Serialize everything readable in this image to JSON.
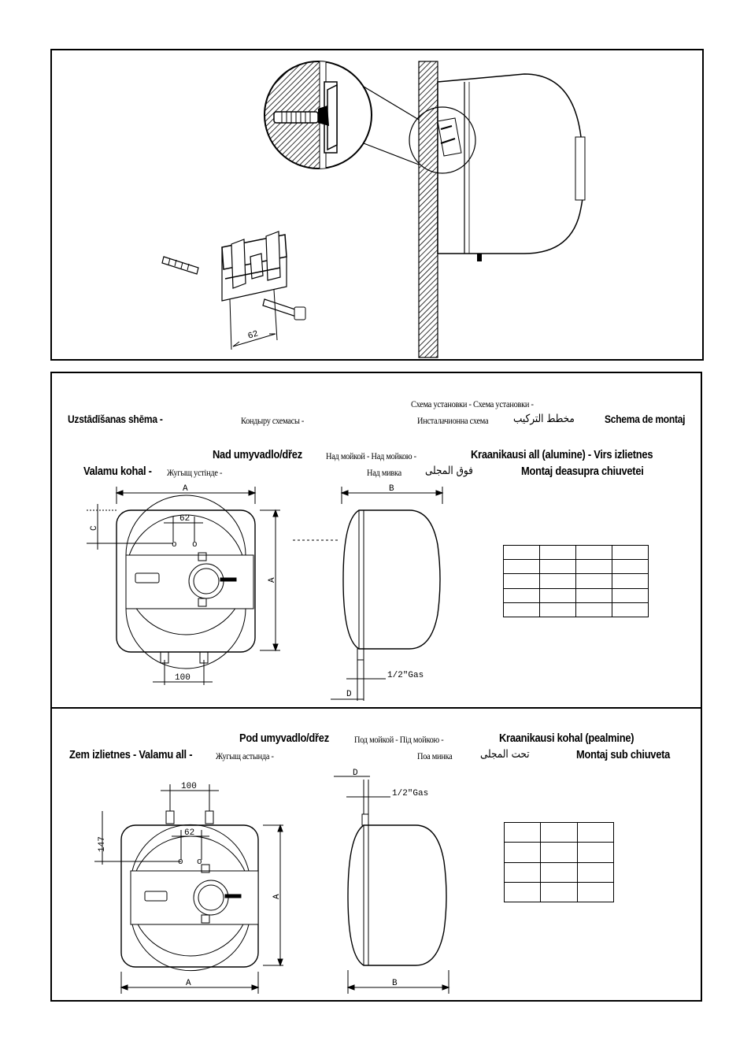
{
  "header": {
    "line1": "Схема установки - Схема установки -",
    "uzstadisanas": "Uzstādīšanas shēma -",
    "kondyru": "Кондыру схемасы -",
    "instal": "Инсталачионна схема",
    "arabic_install": "مخطط التركيب",
    "schema_montaj": "Schema de montaj"
  },
  "above": {
    "line1_a": "Nad umyvadlo/dřez",
    "line1_b": "Над мойкой - Над мойкою -",
    "line1_c": "Kraanikausi all (alumine) - Virs izlietnes",
    "line2_a": "Valamu kohal -",
    "line2_b": "Жугыщ устінде -",
    "line2_c": "Над мивка",
    "line2_arabic": "فوق المجلى",
    "line2_d": "Montaj deasupra chiuvetei",
    "dim_a": "A",
    "dim_a_side": "A",
    "dim_b": "B",
    "dim_c": "C",
    "dim_62": "62",
    "dim_100": "100",
    "dim_gas": "1/2\"Gas",
    "dim_d": "D",
    "table_rows": 5,
    "table_cols": 4
  },
  "under": {
    "line1_a": "Pod umyvadlo/dřez",
    "line1_b": "Под мойкой - Під мойкою -",
    "line1_c": "Kraanikausi kohal (pealmine)",
    "line2_a": "Zem izlietnes - Valamu all -",
    "line2_b": "Жугыщ астында -",
    "line2_c": "Поа минка",
    "line2_arabic": "تحت المجلى",
    "line2_d": "Montaj sub chiuveta",
    "dim_100": "100",
    "dim_62": "62",
    "dim_147": "147",
    "dim_a": "A",
    "dim_a_side": "A",
    "dim_b": "B",
    "dim_d": "D",
    "dim_gas": "1/2\"Gas",
    "table_rows": 4,
    "table_cols": 3
  },
  "mount": {
    "dim_62": "62"
  }
}
